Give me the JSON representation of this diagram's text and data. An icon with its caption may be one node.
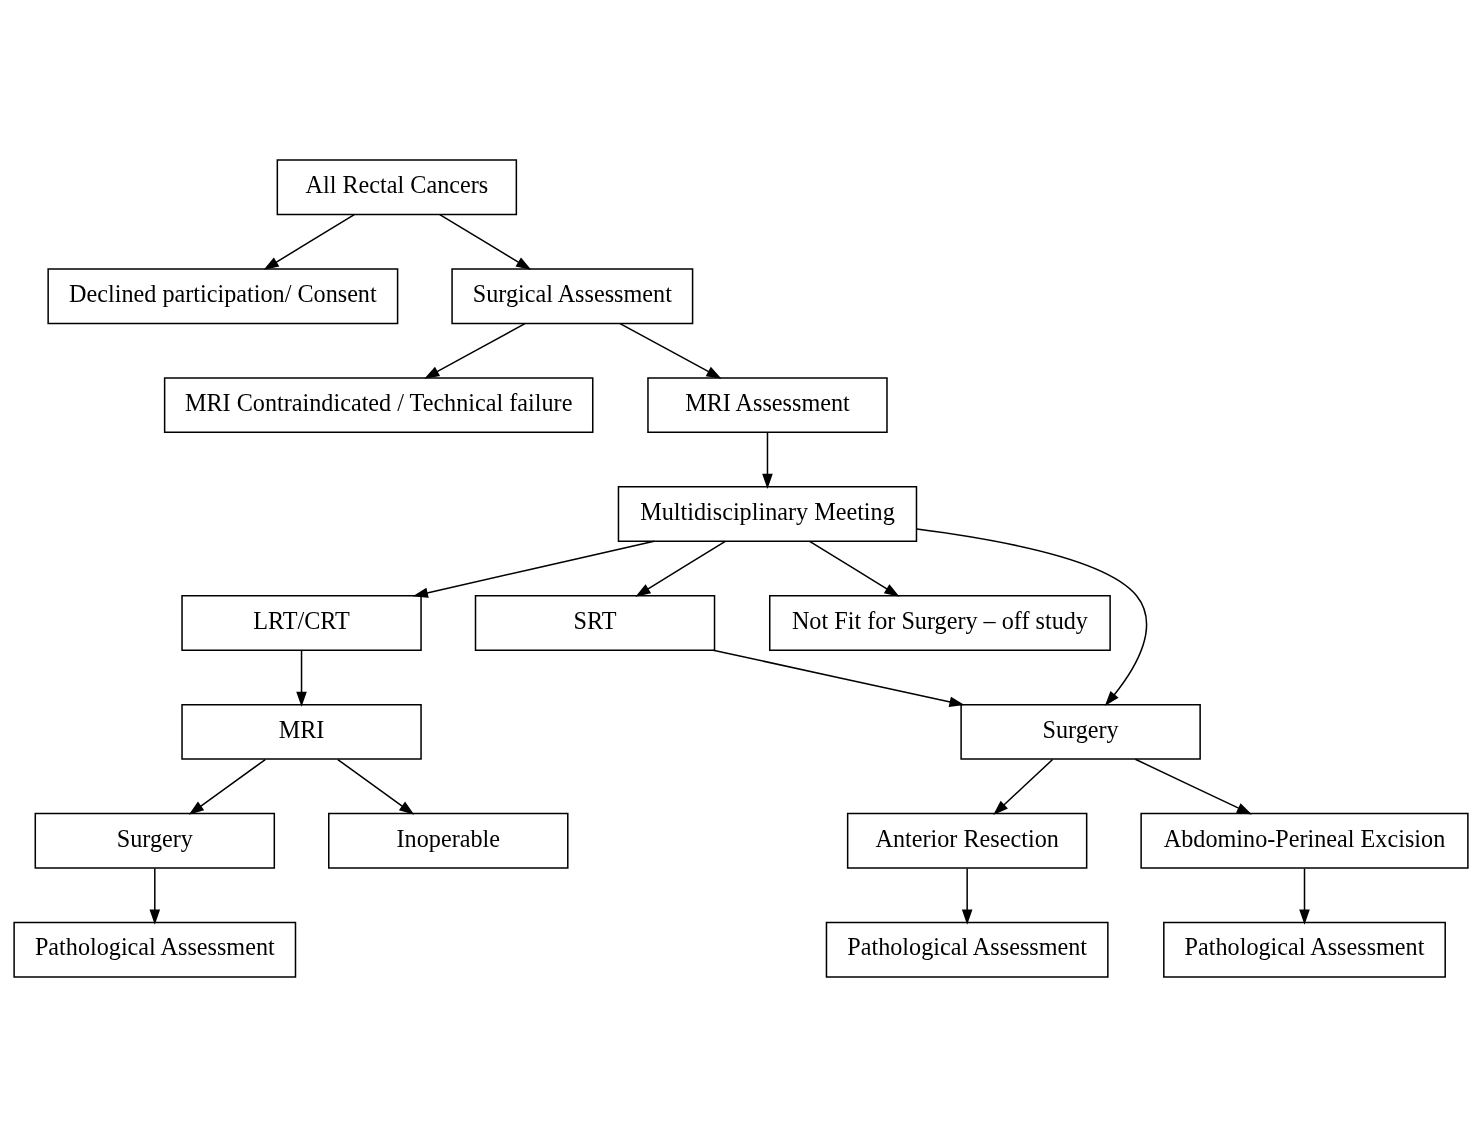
{
  "diagram": {
    "nodes": [
      {
        "text": [
          "All Rectal Cancers"
        ]
      },
      {
        "text": [
          "Declined participation/ Consent"
        ]
      },
      {
        "text": [
          "Surgical Assessment"
        ]
      },
      {
        "text": [
          "MRI Contraindicated / Technical failure"
        ]
      },
      {
        "text": [
          "MRI Assessment"
        ]
      },
      {
        "text": [
          "Multidisciplinary Meeting"
        ]
      },
      {
        "text": [
          "LRT/CRT"
        ]
      },
      {
        "text": [
          "MRI"
        ]
      },
      {
        "text": [
          "Surgery"
        ]
      },
      {
        "text": [
          "SRT"
        ]
      },
      {
        "text": [
          "Not Fit for Surgery – off study"
        ]
      },
      {
        "text": [
          "Surgery"
        ]
      },
      {
        "text": [
          "Inoperable"
        ]
      },
      {
        "text": [
          "Anterior Resection"
        ]
      },
      {
        "text": [
          "Abdomino-Perineal Excision"
        ]
      },
      {
        "text": [
          "Pathological Assessment"
        ]
      },
      {
        "text": [
          "Pathological Assessment"
        ]
      },
      {
        "text": [
          "Pathological Assessment"
        ]
      }
    ],
    "edges": [
      {
        "from": 0,
        "to": 2,
        "arrow": "to"
      },
      {
        "from": 0,
        "to": 1,
        "arrow": "to"
      },
      {
        "from": 2,
        "to": 4,
        "arrow": "to"
      },
      {
        "from": 2,
        "to": 3,
        "arrow": "to"
      },
      {
        "from": 4,
        "to": 5,
        "arrow": "to"
      },
      {
        "from": 5,
        "to": 6,
        "arrow": "to"
      },
      {
        "from": 6,
        "to": 7,
        "arrow": "to"
      },
      {
        "from": 7,
        "to": 8,
        "arrow": "to"
      },
      {
        "from": 7,
        "to": 12,
        "arrow": "to"
      },
      {
        "from": 5,
        "to": 10,
        "arrow": "to"
      },
      {
        "from": 5,
        "to": 11,
        "arrow": "to"
      },
      {
        "from": 5,
        "to": 9,
        "arrow": "to"
      },
      {
        "from": 9,
        "to": 11,
        "arrow": "to"
      },
      {
        "from": 11,
        "to": 13,
        "arrow": "to"
      },
      {
        "from": 11,
        "to": 14,
        "arrow": "to"
      },
      {
        "from": 13,
        "to": 15,
        "arrow": "to"
      },
      {
        "from": 14,
        "to": 16,
        "arrow": "to"
      },
      {
        "from": 8,
        "to": 17,
        "arrow": "to"
      }
    ]
  }
}
